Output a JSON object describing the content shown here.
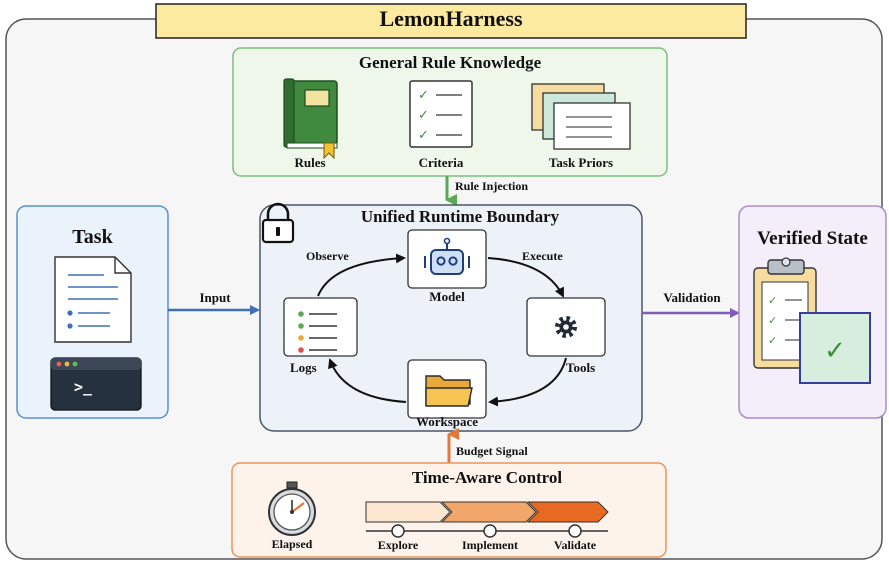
{
  "title": "LemonHarness",
  "knowledge": {
    "title": "General Rule Knowledge",
    "items": [
      "Rules",
      "Criteria",
      "Task Priors"
    ]
  },
  "task": {
    "title": "Task",
    "terminal_prompt": ">_"
  },
  "runtime": {
    "title": "Unified Runtime Boundary",
    "nodes": {
      "model": "Model",
      "tools": "Tools",
      "workspace": "Workspace",
      "logs": "Logs"
    },
    "edges": {
      "observe": "Observe",
      "execute": "Execute"
    }
  },
  "verified": {
    "title": "Verified State"
  },
  "arrows": {
    "input": "Input",
    "validation": "Validation",
    "rule_injection": "Rule Injection",
    "budget_signal": "Budget Signal"
  },
  "time_control": {
    "title": "Time-Aware Control",
    "elapsed": "Elapsed",
    "phases": [
      "Explore",
      "Implement",
      "Validate"
    ]
  },
  "colors": {
    "title_fill": "#fbeaa0",
    "knowledge_border": "#7cbf7e",
    "knowledge_fill": "#eef7ea",
    "task_border": "#5b8fd0",
    "task_fill": "#eaf2fb",
    "verified_border": "#a98bd0",
    "verified_fill": "#f4eefa",
    "time_border": "#e8955a",
    "time_fill": "#fdf3ea",
    "runtime_border": "#4a5566",
    "runtime_fill": "#edf1f8"
  }
}
